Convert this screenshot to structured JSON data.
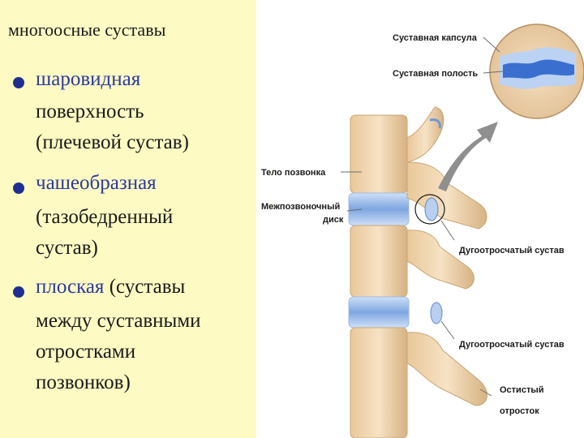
{
  "slide": {
    "title": "многоосные суставы",
    "bullets": [
      {
        "lead": "шаровидная",
        "rest_lines": [
          "поверхность",
          "(плечевой сустав)"
        ]
      },
      {
        "lead": "чашеобразная",
        "rest_lines": [
          "(тазобедренный",
          "сустав)"
        ]
      },
      {
        "lead": "плоская",
        "lead_tail": " (суставы",
        "rest_lines": [
          "между суставными",
          "отростками",
          "позвонков)"
        ]
      }
    ]
  },
  "figure": {
    "labels": {
      "capsule": "Суставная капсула",
      "cavity": "Суставная полость",
      "vertebral_body": "Тело позвонка",
      "disc_line1": "Межпозвоночный",
      "disc_line2": "диск",
      "facet_joint_1": "Дугоотросчатый сустав",
      "facet_joint_2": "Дугоотросчатый сустав",
      "spinous_line1": "Остистый",
      "spinous_line2": "отросток"
    },
    "colors": {
      "bone": "#f1d6b0",
      "bone_shadow": "#d9b78a",
      "disc": "#8fb3e6",
      "cartilage": "#3a6fd0",
      "accent_bullet": "#1e2f8f"
    }
  }
}
